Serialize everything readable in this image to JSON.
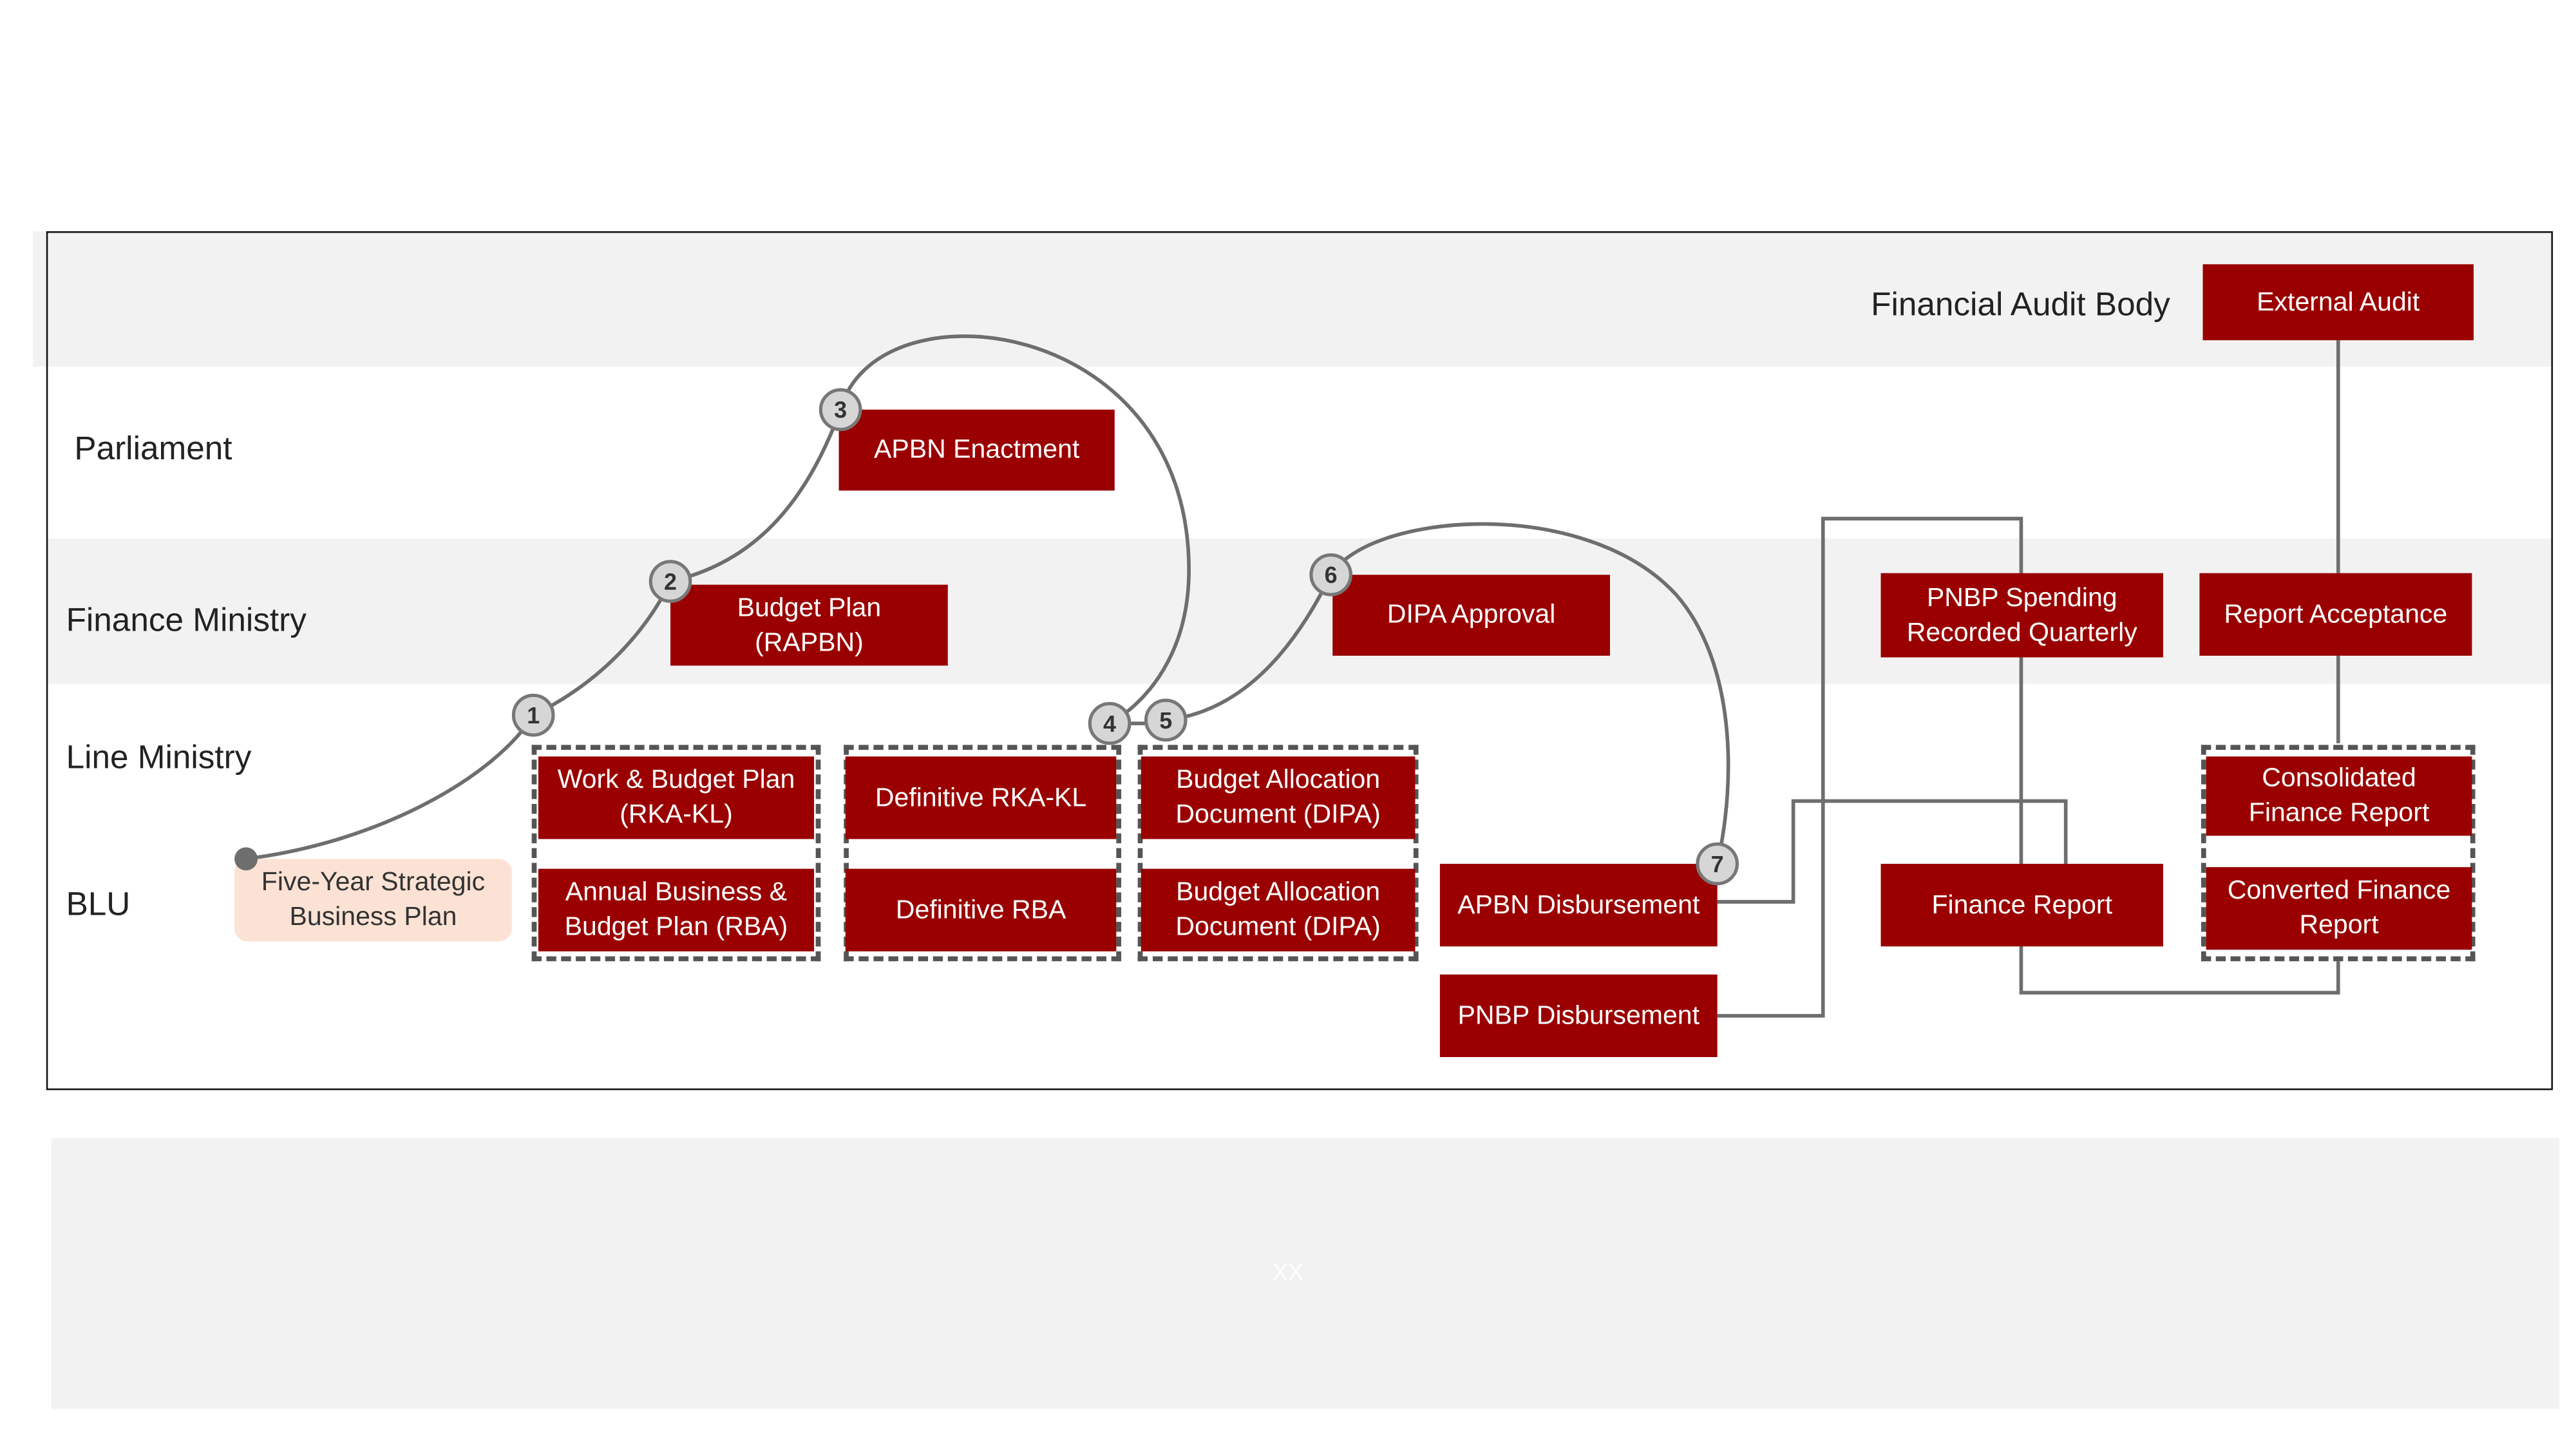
{
  "lanes": {
    "audit": "Financial Audit Body",
    "parliament": "Parliament",
    "finance": "Finance Ministry",
    "line": "Line Ministry",
    "blu": "BLU"
  },
  "boxes": {
    "strategic_plan": "Five-Year Strategic Business Plan",
    "rka_kl": "Work & Budget Plan (RKA-KL)",
    "rba": "Annual Business & Budget Plan (RBA)",
    "budget_plan": "Budget Plan (RAPBN)",
    "apbn_enactment": "APBN Enactment",
    "definitive_rka_kl": "Definitive RKA-KL",
    "definitive_rba": "Definitive RBA",
    "dipa_approval": "DIPA Approval",
    "dipa_line": "Budget Allocation Document (DIPA)",
    "dipa_blu": "Budget Allocation Document (DIPA)",
    "apbn_disbursement": "APBN Disbursement",
    "pnbp_disbursement": "PNBP Disbursement",
    "pnbp_spending": "PNBP Spending Recorded Quarterly",
    "finance_report": "Finance Report",
    "report_acceptance": "Report Acceptance",
    "consolidated_report": "Consolidated Finance Report",
    "converted_report": "Converted Finance Report",
    "external_audit": "External Audit"
  },
  "steps": [
    "1",
    "2",
    "3",
    "4",
    "5",
    "6",
    "7"
  ],
  "footer": "XX",
  "colors": {
    "box": "#9a0000",
    "box_light": "#fbe2d4",
    "band": "#f2f2f2",
    "connector": "#6e6e6e"
  }
}
